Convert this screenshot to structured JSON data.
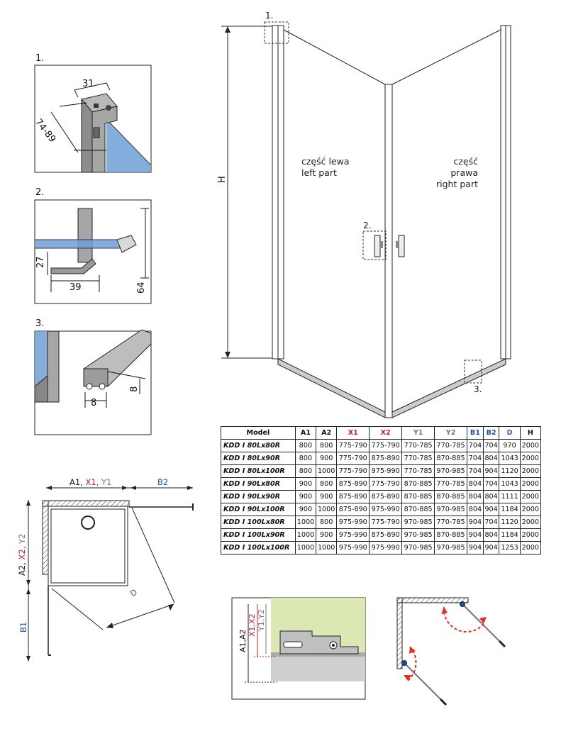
{
  "colors": {
    "red": "#c0222a",
    "blue": "#1d4fa0",
    "purple": "#8a3cae",
    "gray": "#777777",
    "glass_blue": "#6e9fd6",
    "green_panel": "#dbe8b4",
    "arrow_red": "#e0301e"
  },
  "detail1": {
    "label": "1.",
    "dim_width": "31",
    "dim_range": "74-89"
  },
  "detail2": {
    "label": "2.",
    "dim_height": "27",
    "dim_width": "39",
    "dim_total": "64"
  },
  "detail3": {
    "label": "3.",
    "dim_height": "8",
    "dim_width": "8"
  },
  "main": {
    "callout_1": "1.",
    "callout_2": "2.",
    "callout_3": "3.",
    "height_label": "H",
    "left_part_pl": "część lewa",
    "left_part_en": "left part",
    "right_part_pl": "część prawa",
    "right_part_en": "right part"
  },
  "plan": {
    "top_label_a": "A1,",
    "top_label_x": "X1,",
    "top_label_y": "Y1",
    "top_label_b": "B2",
    "side_label_a": "A2,",
    "side_label_x": "X2,",
    "side_label_y": "Y2",
    "side_label_b": "B1",
    "diag_label": "D"
  },
  "section": {
    "label_a": "A1,A2",
    "label_x": "X1,X2",
    "label_y": "Y1,Y2"
  },
  "table": {
    "headers": [
      "Model",
      "A1",
      "A2",
      "X1",
      "X2",
      "Y1",
      "Y2",
      "B1",
      "B2",
      "D",
      "H"
    ],
    "header_colors": [
      "#111111",
      "#111111",
      "#111111",
      "#c0222a",
      "#c0222a",
      "#777777",
      "#777777",
      "#1d4fa0",
      "#1d4fa0",
      "#8a3cae",
      "#111111"
    ],
    "rows": [
      [
        "KDD I 80Lx80R",
        "800",
        "800",
        "775-790",
        "775-790",
        "770-785",
        "770-785",
        "704",
        "704",
        "970",
        "2000"
      ],
      [
        "KDD I 80Lx90R",
        "800",
        "900",
        "775-790",
        "875-890",
        "770-785",
        "870-885",
        "704",
        "804",
        "1043",
        "2000"
      ],
      [
        "KDD I 80Lx100R",
        "800",
        "1000",
        "775-790",
        "975-990",
        "770-785",
        "970-985",
        "704",
        "904",
        "1120",
        "2000"
      ],
      [
        "KDD I 90Lx80R",
        "900",
        "800",
        "875-890",
        "775-790",
        "870-885",
        "770-785",
        "804",
        "704",
        "1043",
        "2000"
      ],
      [
        "KDD I 90Lx90R",
        "900",
        "900",
        "875-890",
        "875-890",
        "870-885",
        "870-885",
        "804",
        "804",
        "1111",
        "2000"
      ],
      [
        "KDD I 90Lx100R",
        "900",
        "1000",
        "875-890",
        "975-990",
        "870-885",
        "970-985",
        "804",
        "904",
        "1184",
        "2000"
      ],
      [
        "KDD I 100Lx80R",
        "1000",
        "800",
        "975-990",
        "775-790",
        "970-985",
        "770-785",
        "904",
        "704",
        "1120",
        "2000"
      ],
      [
        "KDD I 100Lx90R",
        "1000",
        "900",
        "975-990",
        "875-890",
        "970-985",
        "870-885",
        "904",
        "804",
        "1184",
        "2000"
      ],
      [
        "KDD I 100Lx100R",
        "1000",
        "1000",
        "975-990",
        "975-990",
        "970-985",
        "970-985",
        "904",
        "904",
        "1253",
        "2000"
      ]
    ]
  }
}
